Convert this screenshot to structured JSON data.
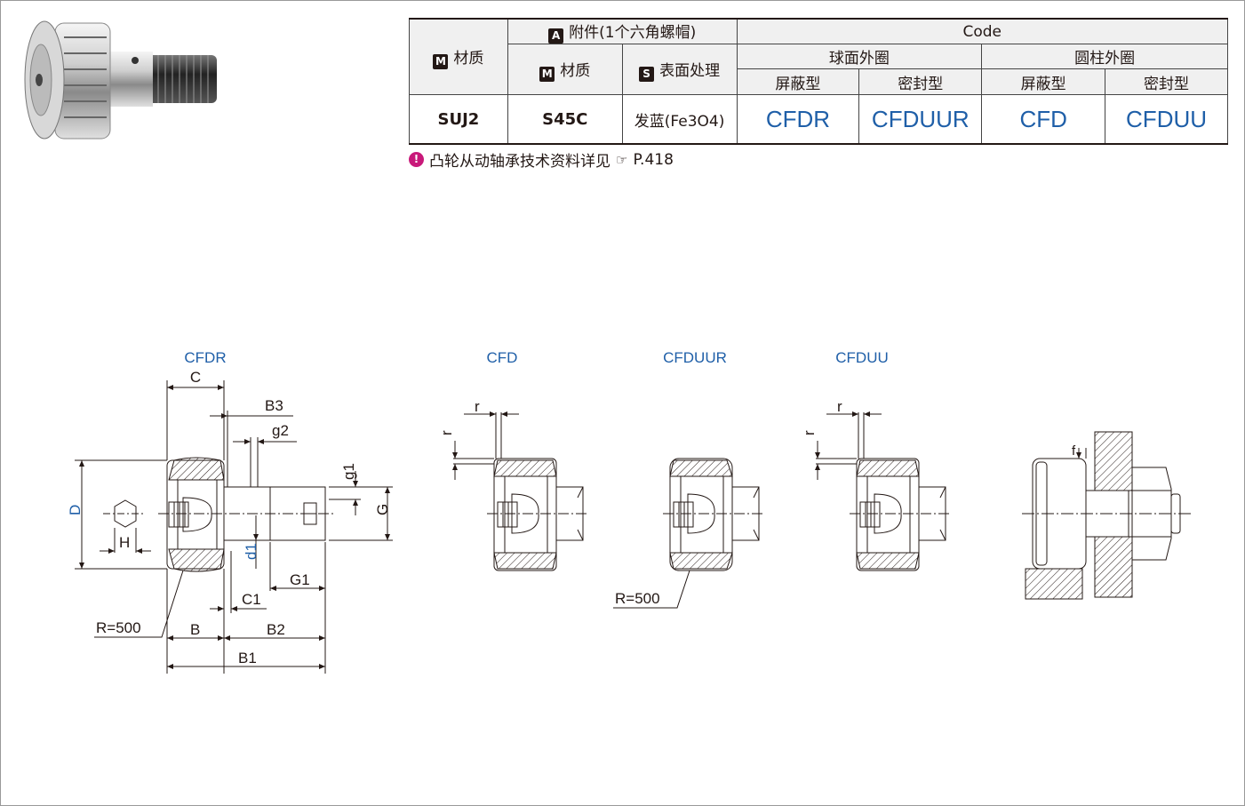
{
  "table": {
    "col_material": "材质",
    "col_attachment": "附件(1个六角螺帽)",
    "col_attach_material": "材质",
    "col_surface": "表面处理",
    "col_code": "Code",
    "group_spherical": "球面外圈",
    "group_cylindrical": "圆柱外圈",
    "shielded_1": "屏蔽型",
    "sealed_1": "密封型",
    "shielded_2": "屏蔽型",
    "sealed_2": "密封型",
    "badge_m": "M",
    "badge_a": "A",
    "badge_s": "S",
    "row": {
      "material": "SUJ2",
      "attach_material": "S45C",
      "surface": "发蓝(Fe3O4)",
      "code1": "CFDR",
      "code2": "CFDUUR",
      "code3": "CFD",
      "code4": "CFDUU"
    }
  },
  "note": {
    "icon": "!",
    "text": "凸轮从动轴承技术资料详见",
    "hand_icon": "pointing-hand-icon",
    "page": "P.418"
  },
  "drawings": {
    "titles": [
      "CFDR",
      "CFD",
      "CFDUUR",
      "CFDUU"
    ],
    "dims": {
      "C": "C",
      "B3": "B3",
      "g2": "g2",
      "g1": "g1",
      "G": "G",
      "D": "D",
      "H": "H",
      "d1": "d1",
      "G1": "G1",
      "C1": "C1",
      "B": "B",
      "B2": "B2",
      "B1": "B1",
      "r": "r",
      "f": "f",
      "R500": "R=500"
    }
  },
  "colors": {
    "accent_blue": "#1f5fa8",
    "note_magenta": "#c8197a"
  }
}
